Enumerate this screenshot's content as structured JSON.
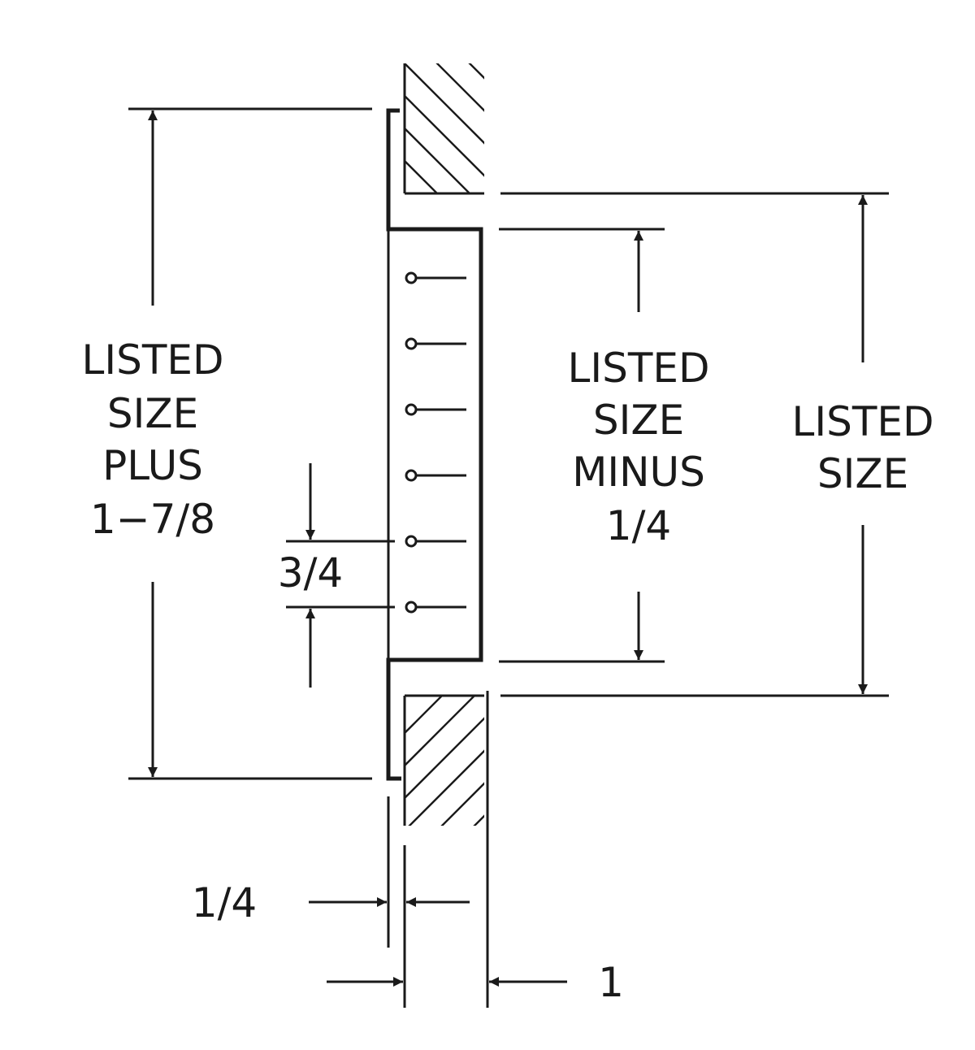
{
  "labels": {
    "listed_size_plus": [
      "LISTED",
      "SIZE",
      "PLUS",
      "1−7/8"
    ],
    "listed_size_minus": [
      "LISTED",
      "SIZE",
      "MINUS",
      "1/4"
    ],
    "listed_size": [
      "LISTED",
      "SIZE"
    ],
    "spacing": "3/4",
    "flange": "1/4",
    "depth": "1"
  }
}
